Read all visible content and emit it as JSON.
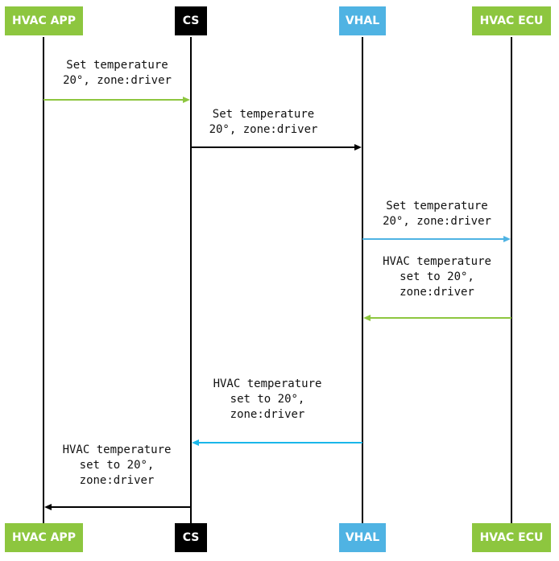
{
  "participants": [
    {
      "id": "hvac-app",
      "label": "HVAC APP",
      "color": "#8dc63f"
    },
    {
      "id": "cs",
      "label": "CS",
      "color": "#000000"
    },
    {
      "id": "vhal",
      "label": "VHAL",
      "color": "#4fb3e3"
    },
    {
      "id": "hvac-ecu",
      "label": "HVAC ECU",
      "color": "#8dc63f"
    }
  ],
  "messages": [
    {
      "from": "HVAC APP",
      "to": "CS",
      "text": "Set temperature\n20°, zone:driver",
      "color": "#8dc63f"
    },
    {
      "from": "CS",
      "to": "VHAL",
      "text": "Set temperature\n20°, zone:driver",
      "color": "#000000"
    },
    {
      "from": "VHAL",
      "to": "HVAC ECU",
      "text": "Set temperature\n20°, zone:driver",
      "color": "#4fb3e3"
    },
    {
      "from": "HVAC ECU",
      "to": "VHAL",
      "text": "HVAC temperature\nset to 20°,\nzone:driver",
      "color": "#8dc63f"
    },
    {
      "from": "VHAL",
      "to": "CS",
      "text": "HVAC temperature\nset to 20°,\nzone:driver",
      "color": "#1ab7ea"
    },
    {
      "from": "CS",
      "to": "HVAC APP",
      "text": "HVAC temperature\nset to 20°,\nzone:driver",
      "color": "#000000"
    }
  ]
}
